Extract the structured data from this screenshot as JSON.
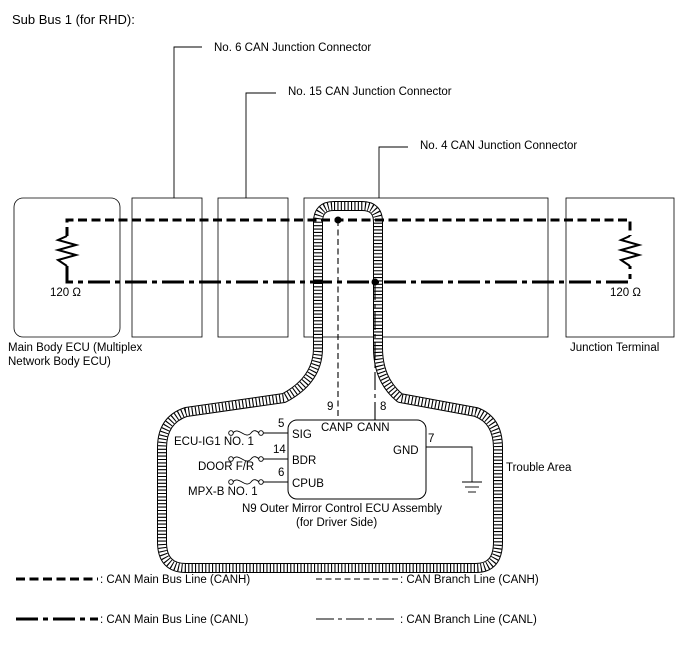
{
  "diagram": {
    "title": "Sub Bus 1 (for RHD):",
    "connectors": {
      "jc6": "No. 6 CAN Junction Connector",
      "jc15": "No. 15 CAN Junction Connector",
      "jc4": "No. 4 CAN Junction Connector"
    },
    "main_body_ecu": {
      "line1": "Main Body ECU (Multiplex",
      "line2": "Network Body ECU)",
      "resistor": "120 Ω"
    },
    "junction_terminal": {
      "label": "Junction Terminal",
      "resistor": "120 Ω"
    },
    "ecu": {
      "name_line1": "N9 Outer Mirror Control ECU Assembly",
      "name_line2": "(for Driver Side)",
      "pins": {
        "canp": "CANP",
        "cann": "CANN",
        "canp_no": "9",
        "cann_no": "8",
        "sig": "SIG",
        "sig_no": "5",
        "bdr": "BDR",
        "bdr_no": "14",
        "cpub": "CPUB",
        "cpub_no": "6",
        "gnd": "GND",
        "gnd_no": "7"
      },
      "fuses": {
        "f1": "ECU-IG1 NO. 1",
        "f2": "DOOR F/R",
        "f3": "MPX-B NO. 1"
      }
    },
    "trouble_area": "Trouble Area",
    "legend": {
      "main_canh": ": CAN Main Bus Line (CANH)",
      "main_canl": ": CAN Main Bus Line (CANL)",
      "branch_canh": ": CAN Branch Line (CANH)",
      "branch_canl": ": CAN Branch Line (CANL)"
    }
  }
}
